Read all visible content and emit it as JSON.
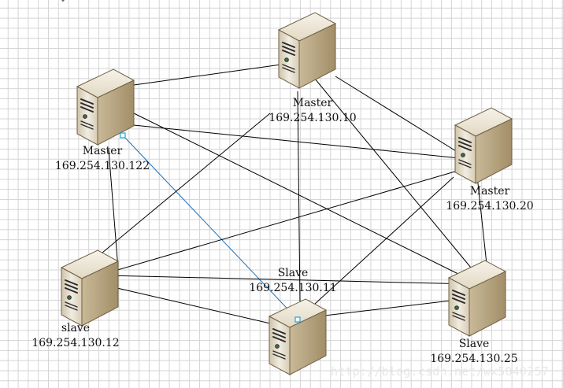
{
  "diagram": {
    "nodes": [
      {
        "id": "m122",
        "role": "Master",
        "ip": "169.254.130.122"
      },
      {
        "id": "m10",
        "role": "Master",
        "ip": "169.254.130.10"
      },
      {
        "id": "m20",
        "role": "Master",
        "ip": "169.254.130.20"
      },
      {
        "id": "s12",
        "role": "slave",
        "ip": "169.254.130.12"
      },
      {
        "id": "s11",
        "role": "Slave",
        "ip": "169.254.130.11"
      },
      {
        "id": "s25",
        "role": "Slave",
        "ip": "169.254.130.25"
      }
    ],
    "edges": [
      [
        "m122",
        "m10"
      ],
      [
        "m122",
        "m20"
      ],
      [
        "m122",
        "s12"
      ],
      [
        "m122",
        "s25"
      ],
      [
        "m122",
        "s11"
      ],
      [
        "m10",
        "m20"
      ],
      [
        "m10",
        "s12"
      ],
      [
        "m10",
        "s11"
      ],
      [
        "m10",
        "s25"
      ],
      [
        "m20",
        "s12"
      ],
      [
        "m20",
        "s11"
      ],
      [
        "m20",
        "s25"
      ],
      [
        "s12",
        "s11"
      ],
      [
        "s12",
        "s25"
      ],
      [
        "s11",
        "s25"
      ]
    ],
    "selected_edge": [
      "m122",
      "s11"
    ],
    "colors": {
      "line": "#000000",
      "selected_line": "#1f6fb5",
      "handle": "#19a7e0",
      "server_front": "#ddd2bb",
      "server_side": "#b9a785",
      "server_top": "#ece5d6"
    }
  },
  "watermark": "http://blog.csdn.net/wx5040257",
  "cursor_glyph": "✥"
}
